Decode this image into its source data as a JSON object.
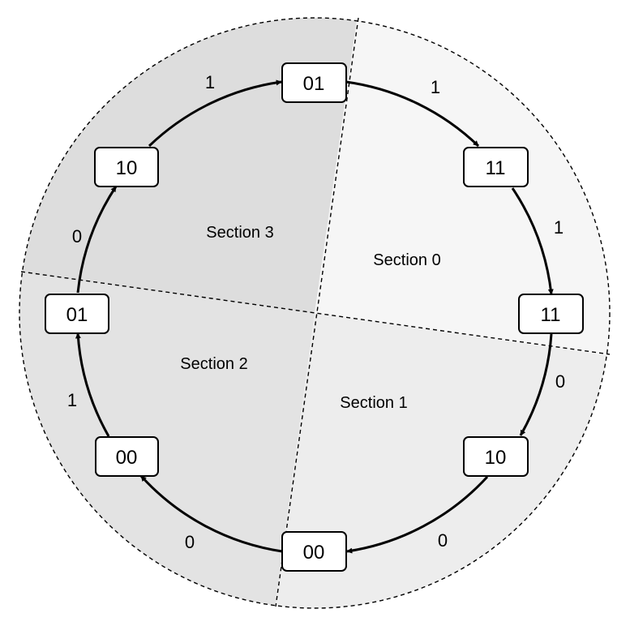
{
  "colors": {
    "section0": "#f6f6f6",
    "section1": "#ededed",
    "section2": "#e3e3e3",
    "section3": "#dddddd",
    "line": "#000000",
    "box": "#ffffff"
  },
  "sections": [
    {
      "id": "s0",
      "label": "Section 0"
    },
    {
      "id": "s1",
      "label": "Section 1"
    },
    {
      "id": "s2",
      "label": "Section 2"
    },
    {
      "id": "s3",
      "label": "Section 3"
    }
  ],
  "states": [
    {
      "id": "top",
      "label": "01"
    },
    {
      "id": "upper-right",
      "label": "11"
    },
    {
      "id": "right",
      "label": "11"
    },
    {
      "id": "lower-right",
      "label": "10"
    },
    {
      "id": "bottom",
      "label": "00"
    },
    {
      "id": "lower-left",
      "label": "00"
    },
    {
      "id": "left",
      "label": "01"
    },
    {
      "id": "upper-left",
      "label": "10"
    }
  ],
  "transitions": [
    {
      "from": "top",
      "to": "upper-right",
      "label": "1"
    },
    {
      "from": "upper-right",
      "to": "right",
      "label": "1"
    },
    {
      "from": "right",
      "to": "lower-right",
      "label": "0"
    },
    {
      "from": "lower-right",
      "to": "bottom",
      "label": "0"
    },
    {
      "from": "bottom",
      "to": "lower-left",
      "label": "0"
    },
    {
      "from": "lower-left",
      "to": "left",
      "label": "1"
    },
    {
      "from": "left",
      "to": "upper-left",
      "label": "0"
    },
    {
      "from": "upper-left",
      "to": "top",
      "label": "1"
    }
  ]
}
